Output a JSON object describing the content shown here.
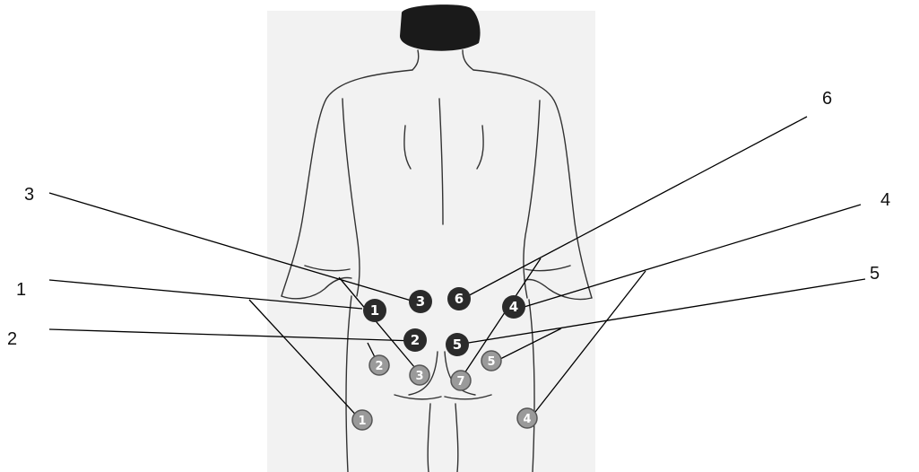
{
  "figure": {
    "callout_labels": [
      "1",
      "2",
      "3",
      "4",
      "5",
      "6"
    ],
    "dark_dots": [
      "1",
      "3",
      "6",
      "4",
      "2",
      "5"
    ],
    "light_dots": [
      "2",
      "3",
      "7",
      "5",
      "1",
      "4"
    ]
  }
}
